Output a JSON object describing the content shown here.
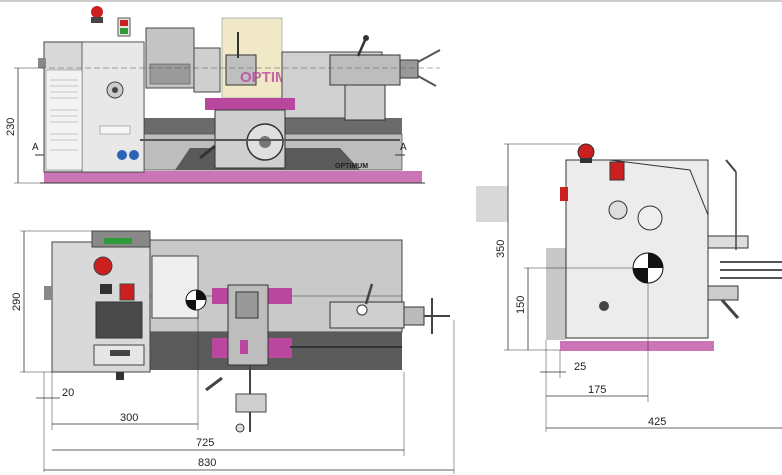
{
  "brand": {
    "logo": "OPTIMUM",
    "bed_logo": "OPTIMUM"
  },
  "section_marks": {
    "left": "A",
    "right": "A"
  },
  "dimensions": {
    "front_height": "230",
    "top_depth": "290",
    "top_offset": "20",
    "top_chuck_pos": "300",
    "top_bed_length": "725",
    "top_total_length": "830",
    "side_height": "350",
    "side_center_height": "150",
    "side_offset": "25",
    "side_center_dist": "175",
    "side_depth": "425"
  },
  "colors": {
    "magenta": "#b9479e",
    "red": "#cc2020",
    "green": "#2e9a3a",
    "body": "#d9d9d9",
    "dark": "#4a4a4a",
    "line": "#333333"
  }
}
